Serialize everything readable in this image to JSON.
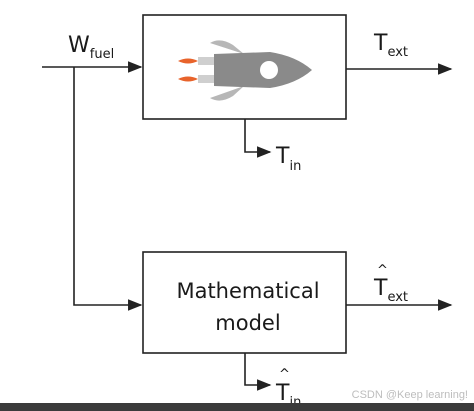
{
  "inputs": {
    "w_main": "W",
    "w_sub": "fuel"
  },
  "outputs": {
    "text_main": "T",
    "text_sub": "ext",
    "tin_main": "T",
    "tin_sub": "in",
    "text_hat_main": "T",
    "text_hat_sub": "ext",
    "tin_hat_main": "T",
    "tin_hat_sub": "in",
    "hat_symbol": "^"
  },
  "model_box": {
    "line1": "Mathematical",
    "line2": "model"
  },
  "physical_box": {
    "icon": "rocket-icon"
  },
  "watermark": "CSDN @Keep learning!",
  "colors": {
    "line": "#222222",
    "rocket_body": "#8a8a8a",
    "flame": "#e8632b",
    "bottom_bar": "#3b3b3b"
  }
}
